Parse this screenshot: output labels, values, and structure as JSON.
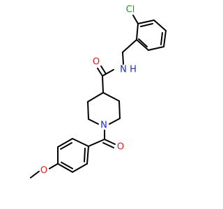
{
  "molecule": {
    "atoms": {
      "chlorine": "Cl",
      "amide_nitrogen": "N",
      "amide_hydrogen": "H",
      "amide_oxygen": "O",
      "piperidine_nitrogen": "N",
      "ketone_oxygen": "O",
      "ether_oxygen": "O"
    },
    "colors": {
      "bond": "#000000",
      "chlorine": "#1f9a1f",
      "nitrogen": "#1a2bd6",
      "oxygen": "#e01b1b"
    }
  }
}
